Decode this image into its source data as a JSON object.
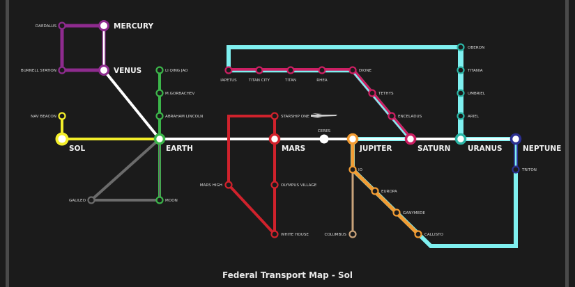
{
  "title": "Federal Transport Map - Sol",
  "colors": {
    "background": "#1b1b1b",
    "frame": "#4a4a4a",
    "main_line": "#ffffff",
    "mercury_line": "#8e2b8e",
    "earth_line": "#3cb54a",
    "sol_line": "#f3ee2a",
    "galileo_line": "#6b6b6b",
    "mars_line": "#d0222c",
    "saturn_line": "#cc1f63",
    "outer_line": "#7ff0f0",
    "uranus_line": "#2bb5a6",
    "jupiter_line": "#f29c33",
    "columbus_line": "#c9a37a",
    "neptune_line": "#2b2f8f",
    "station_fill": "#1b1b1b"
  },
  "major_stations": [
    {
      "id": "mercury",
      "label": "MERCURY"
    },
    {
      "id": "venus",
      "label": "VENUS"
    },
    {
      "id": "sol",
      "label": "SOL"
    },
    {
      "id": "earth",
      "label": "EARTH"
    },
    {
      "id": "mars",
      "label": "MARS"
    },
    {
      "id": "jupiter",
      "label": "JUPITER"
    },
    {
      "id": "saturn",
      "label": "SATURN"
    },
    {
      "id": "uranus",
      "label": "URANUS"
    },
    {
      "id": "neptune",
      "label": "NEPTUNE"
    }
  ],
  "minor_stations": [
    {
      "id": "daedalus",
      "label": "DAEDALUS"
    },
    {
      "id": "burnell",
      "label": "BURNELL STATION"
    },
    {
      "id": "nav_beacon",
      "label": "NAV BEACON"
    },
    {
      "id": "galileo",
      "label": "GALILEO"
    },
    {
      "id": "li_qing_jao",
      "label": "LI QING JAO"
    },
    {
      "id": "gorbachev",
      "label": "M.GORBACHEV"
    },
    {
      "id": "lincoln",
      "label": "ABRAHAM LINCOLN"
    },
    {
      "id": "moon",
      "label": "MOON"
    },
    {
      "id": "starship_one",
      "label": "STARSHIP ONE"
    },
    {
      "id": "mars_high",
      "label": "MARS HIGH"
    },
    {
      "id": "olympus",
      "label": "OLYMPUS VILLAGE"
    },
    {
      "id": "white_house",
      "label": "WHITE HOUSE"
    },
    {
      "id": "ceres",
      "label": "CERES"
    },
    {
      "id": "iapetus",
      "label": "IAPETUS"
    },
    {
      "id": "titan_city",
      "label": "TITAN CITY"
    },
    {
      "id": "titan",
      "label": "TITAN"
    },
    {
      "id": "rhea",
      "label": "RHEA"
    },
    {
      "id": "dione",
      "label": "DIONE"
    },
    {
      "id": "tethys",
      "label": "TETHYS"
    },
    {
      "id": "enceladus",
      "label": "ENCELADUS"
    },
    {
      "id": "io",
      "label": "IO"
    },
    {
      "id": "europa",
      "label": "EUROPA"
    },
    {
      "id": "ganymede",
      "label": "GANYMEDE"
    },
    {
      "id": "callisto",
      "label": "CALLISTO"
    },
    {
      "id": "columbus",
      "label": "COLUMBUS"
    },
    {
      "id": "oberon",
      "label": "OBERON"
    },
    {
      "id": "titania",
      "label": "TITANIA"
    },
    {
      "id": "umbriel",
      "label": "UMBRIEL"
    },
    {
      "id": "ariel",
      "label": "ARIEL"
    },
    {
      "id": "triton",
      "label": "TRITON"
    }
  ]
}
